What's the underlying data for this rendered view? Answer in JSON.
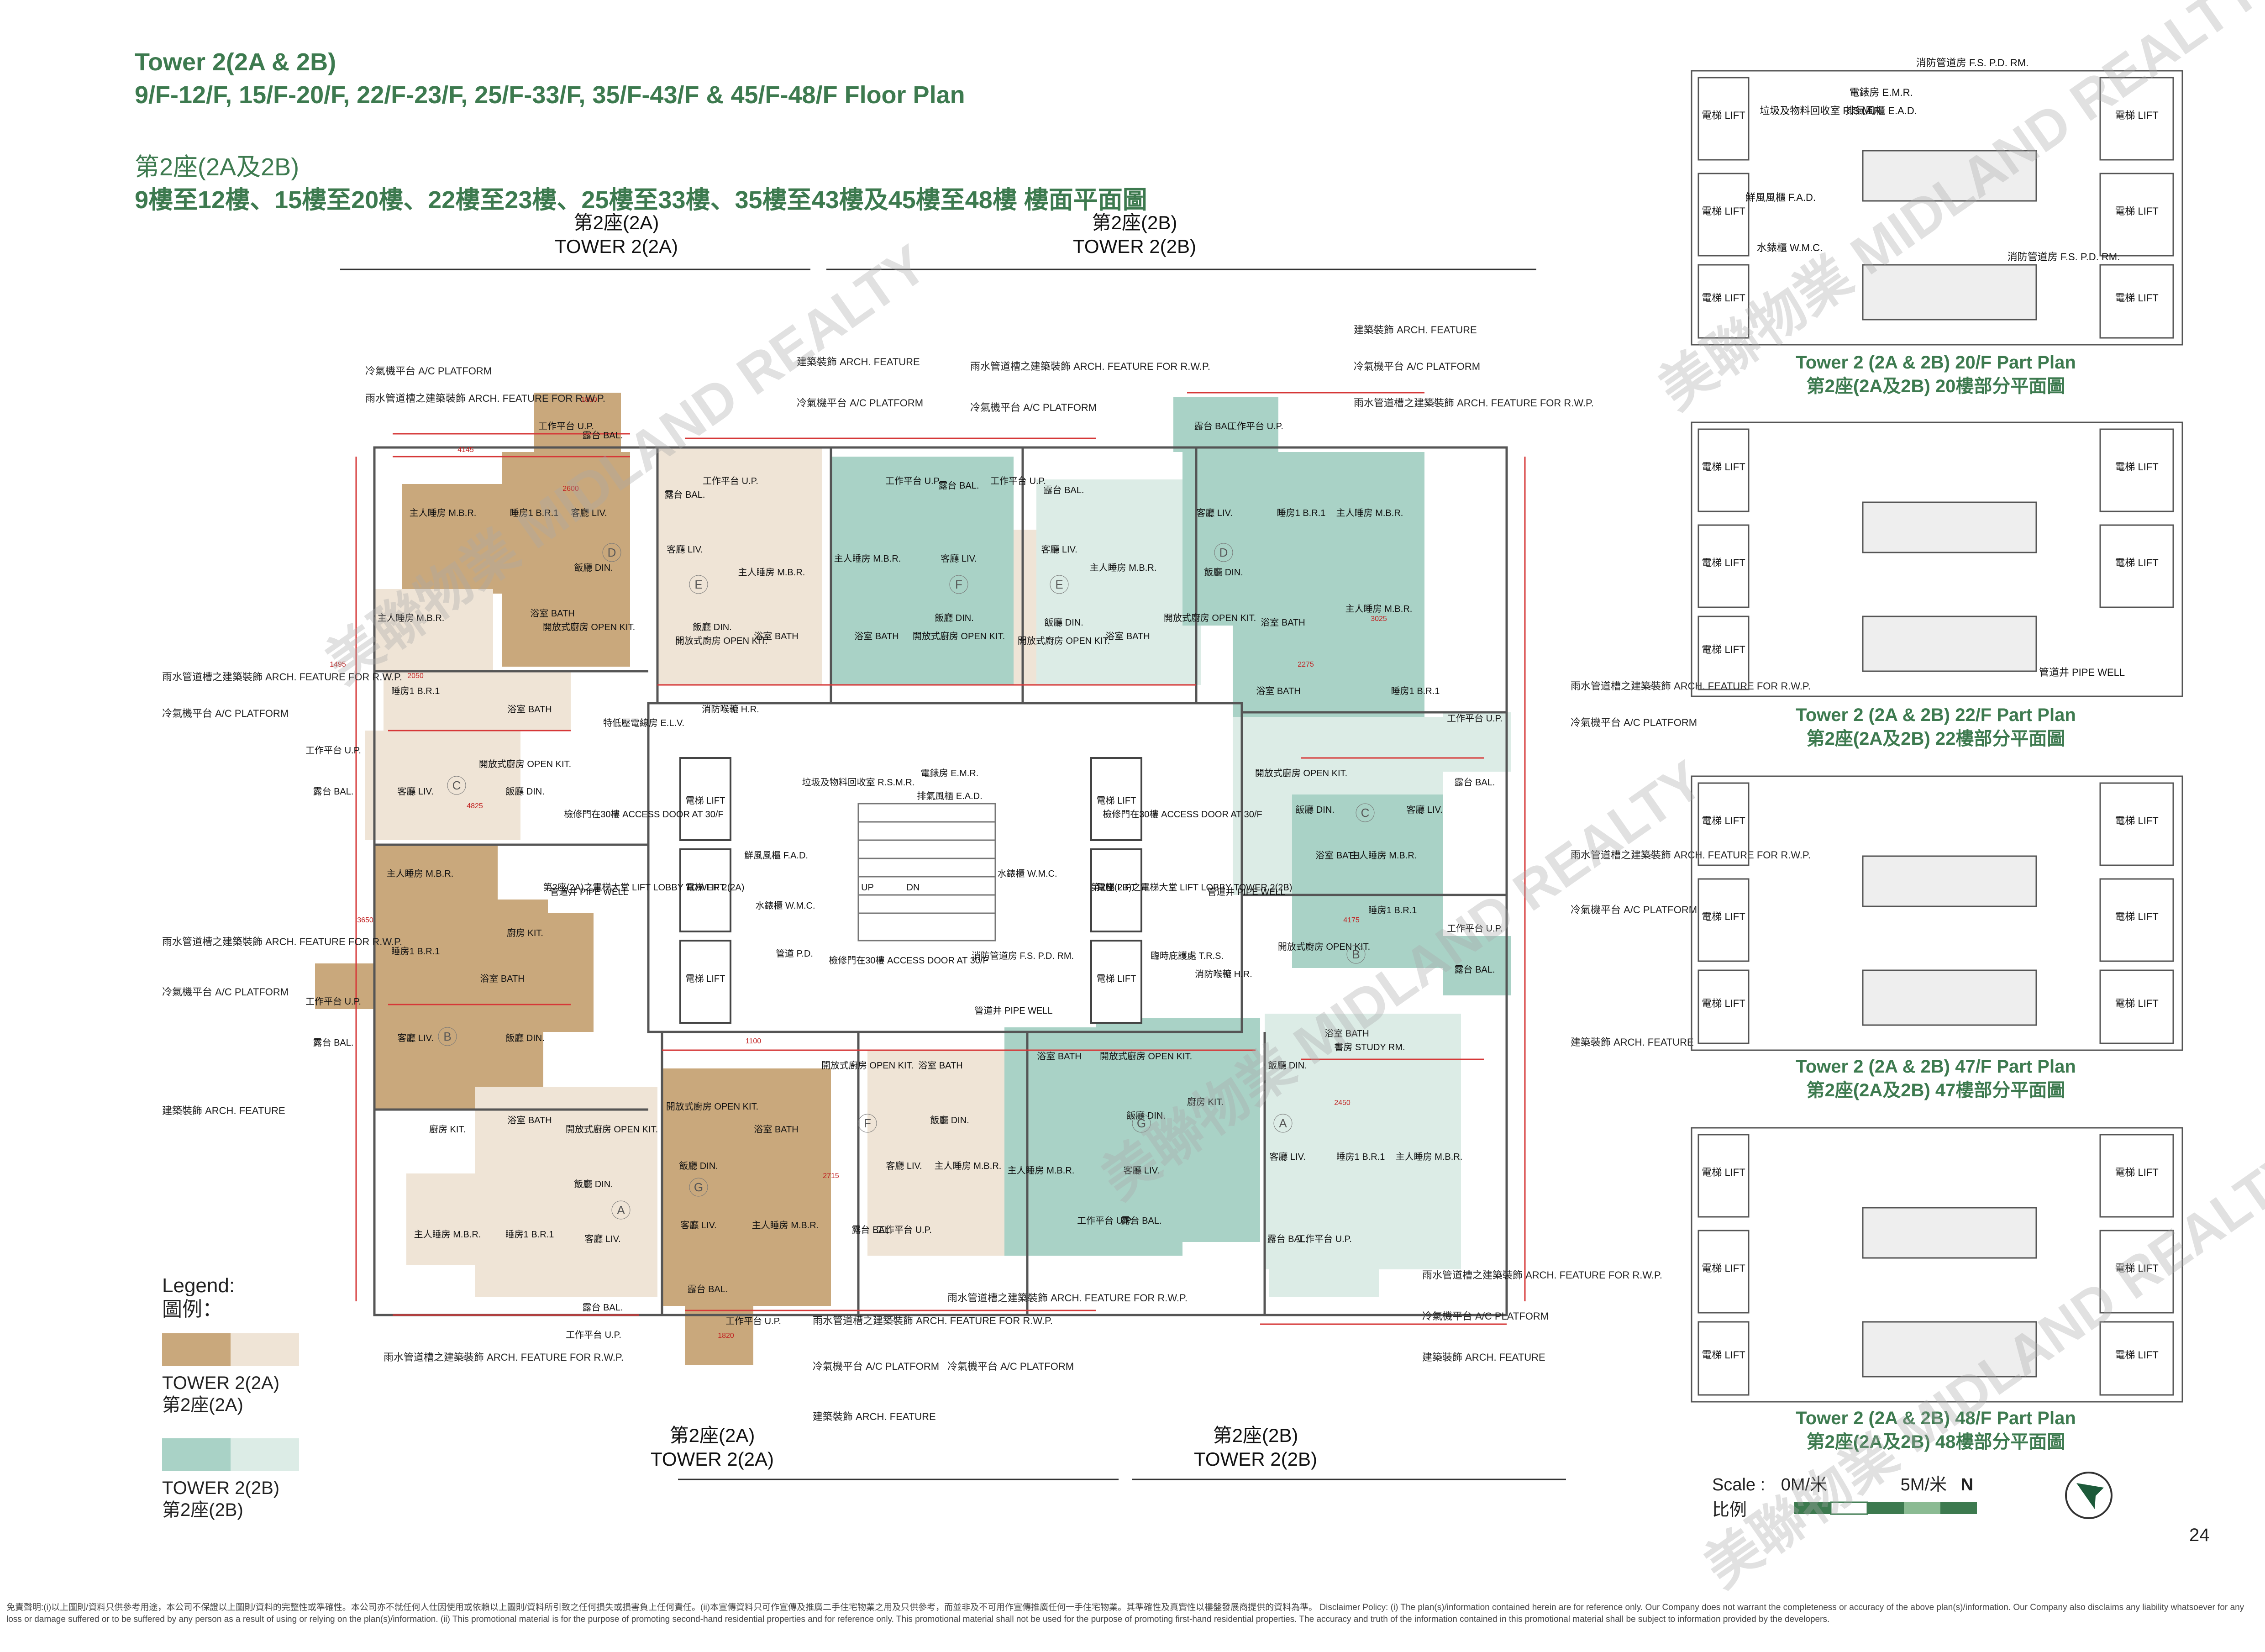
{
  "title": {
    "en_line1": "Tower 2(2A & 2B)",
    "en_line2": "9/F-12/F, 15/F-20/F, 22/F-23/F, 25/F-33/F, 35/F-43/F & 45/F-48/F   Floor Plan",
    "zh_line1": "第2座(2A及2B)",
    "zh_line2": "9樓至12樓、15樓至20樓、22樓至23樓、25樓至33樓、35樓至43樓及45樓至48樓   樓面平面圖"
  },
  "tower_headers": {
    "top_left_zh": "第2座(2A)",
    "top_left_en": "TOWER 2(2A)",
    "top_right_zh": "第2座(2B)",
    "top_right_en": "TOWER 2(2B)",
    "bottom_left_zh": "第2座(2A)",
    "bottom_left_en": "TOWER 2(2A)",
    "bottom_right_zh": "第2座(2B)",
    "bottom_right_en": "TOWER 2(2B)"
  },
  "labels": {
    "ac_platform": "冷氣機平台 A/C PLATFORM",
    "rwp": "雨水管道槽之建築裝飾 ARCH. FEATURE FOR R.W.P.",
    "arch_feature": "建築裝飾 ARCH. FEATURE",
    "lift": "電梯 LIFT",
    "mbr": "主人睡房 M.B.R.",
    "br1": "睡房1 B.R.1",
    "liv": "客廳 LIV.",
    "din": "飯廳 DIN.",
    "bath": "浴室 BATH",
    "open_kit": "開放式廚房 OPEN KIT.",
    "bal": "露台 BAL.",
    "up": "工作平台 U.P.",
    "study": "書房 STUDY RM.",
    "kit": "廚房 KIT.",
    "pipe_well": "管道井 PIPE WELL",
    "pd": "管道 P.D.",
    "lobby_2a": "第2座(2A)之電梯大堂 LIFT LOBBY TOWER 2(2A)",
    "lobby_2b": "第2座(2B)之電梯大堂 LIFT LOBBY TOWER 2(2B)",
    "access_door": "檢修門在30樓 ACCESS DOOR AT 30/F",
    "fad": "鮮風風櫃 F.A.D.",
    "wmc": "水錶櫃 W.M.C.",
    "emr": "電錶房 E.M.R.",
    "rsmr": "垃圾及物料回收室 R.S.M.R.",
    "ead": "排氣風櫃 E.A.D.",
    "fspd": "消防管道房 F.S. P.D. RM.",
    "hr": "消防喉轆 H.R.",
    "trs": "臨時庇護處 T.R.S.",
    "elv": "特低壓電線房 E.L.V.",
    "dn": "DN",
    "up_stair": "UP"
  },
  "flat_letters": [
    "A",
    "B",
    "C",
    "D",
    "E",
    "F",
    "G"
  ],
  "legend": {
    "heading_en": "Legend:",
    "heading_zh": "圖例：",
    "tower_2a_en": "TOWER 2(2A)",
    "tower_2a_zh": "第2座(2A)",
    "tower_2b_en": "TOWER 2(2B)",
    "tower_2b_zh": "第2座(2B)",
    "colors": {
      "2a_dark": "#c9a87c",
      "2a_light": "#efe4d6",
      "2b_dark": "#a9d2c6",
      "2b_light": "#dcece6"
    }
  },
  "part_plans": [
    {
      "en": "Tower 2 (2A & 2B) 20/F Part Plan",
      "zh": "第2座(2A及2B) 20樓部分平面圖"
    },
    {
      "en": "Tower 2 (2A & 2B) 22/F Part Plan",
      "zh": "第2座(2A及2B) 22樓部分平面圖"
    },
    {
      "en": "Tower 2 (2A & 2B) 47/F Part Plan",
      "zh": "第2座(2A及2B) 47樓部分平面圖"
    },
    {
      "en": "Tower 2 (2A & 2B) 48/F Part Plan",
      "zh": "第2座(2A及2B) 48樓部分平面圖"
    }
  ],
  "scale": {
    "label_en": "Scale :",
    "label_zh": "比例",
    "start": "0M/米",
    "end": "5M/米",
    "north": "N"
  },
  "page_number": "24",
  "dims": [
    "4145",
    "1850",
    "2600",
    "3025",
    "2050",
    "4825",
    "1495",
    "2275",
    "1100",
    "2715",
    "3650",
    "1820",
    "2450",
    "4175"
  ],
  "watermark": "美聯物業 MIDLAND REALTY",
  "disclaimer": "免責聲明:(i)以上圖則/資料只供參考用途，本公司不保證以上圖則/資料的完整性或準確性。本公司亦不就任何人仕因使用或依賴以上圖則/資料所引致之任何損失或損害負上任何責任。(ii)本宣傳資料只可作宣傳及推廣二手住宅物業之用及只供參考，而並非及不可用作宣傳推廣任何一手住宅物業。其準確性及真實性以樓盤發展商提供的資料為準。 Disclaimer Policy: (i) The plan(s)/information contained herein are for reference only. Our Company does not warrant the completeness or accuracy of the above plan(s)/information. Our Company also disclaims any liability whatsoever for any loss or damage suffered or to be suffered by any person as a result of using or relying on the plan(s)/information. (ii) This promotional material is for the purpose of promoting second-hand residential properties and for reference only. This promotional material shall not be used for the purpose of promoting first-hand residential properties. The accuracy and truth of the information contained in this promotional material shall be subject to information provided by the developers."
}
